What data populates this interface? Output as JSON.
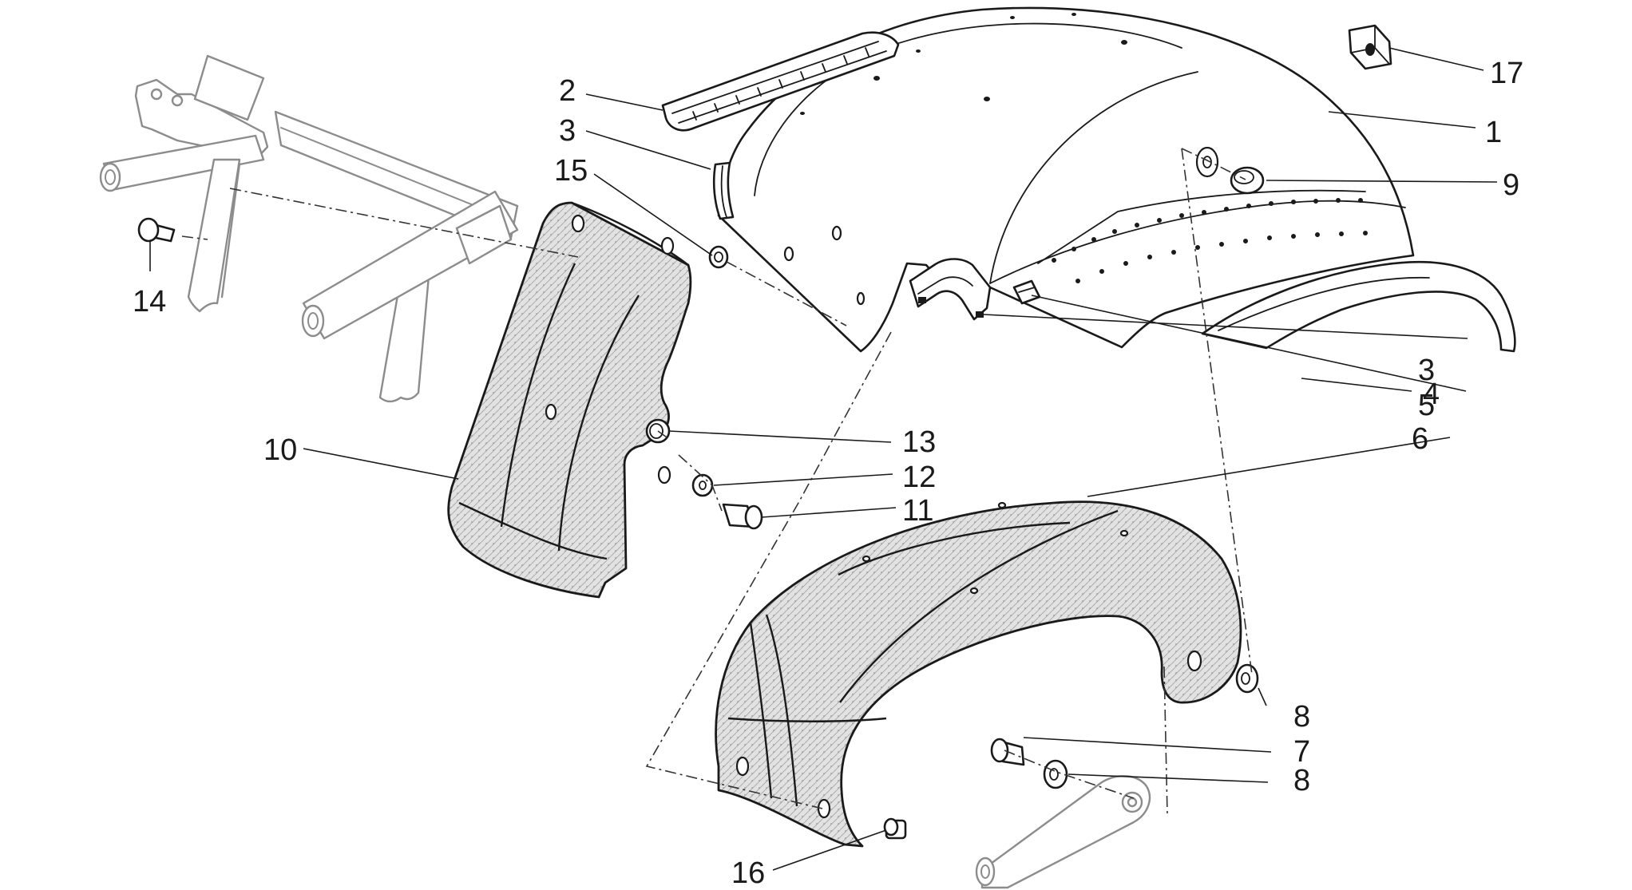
{
  "callouts": [
    {
      "key": "c1",
      "label": "1",
      "part": "rear-fender"
    },
    {
      "key": "c2",
      "label": "2",
      "part": "rear-grab-rail-bracket"
    },
    {
      "key": "c3a",
      "label": "3",
      "part": "edge-clip"
    },
    {
      "key": "c3b",
      "label": "3",
      "part": "edge-clip"
    },
    {
      "key": "c4",
      "label": "4",
      "part": "fender-trim-strip"
    },
    {
      "key": "c5",
      "label": "5",
      "part": "clip-nut"
    },
    {
      "key": "c6",
      "label": "6",
      "part": "inner-rear-mudguard"
    },
    {
      "key": "c7",
      "label": "7",
      "part": "screw"
    },
    {
      "key": "c8a",
      "label": "8",
      "part": "washer"
    },
    {
      "key": "c8b",
      "label": "8",
      "part": "washer"
    },
    {
      "key": "c9",
      "label": "9",
      "part": "rubber-grommet"
    },
    {
      "key": "c10",
      "label": "10",
      "part": "splash-guard"
    },
    {
      "key": "c11",
      "label": "11",
      "part": "screw"
    },
    {
      "key": "c12",
      "label": "12",
      "part": "washer"
    },
    {
      "key": "c13",
      "label": "13",
      "part": "spacer-bush"
    },
    {
      "key": "c14",
      "label": "14",
      "part": "bolt"
    },
    {
      "key": "c15",
      "label": "15",
      "part": "grommet"
    },
    {
      "key": "c16",
      "label": "16",
      "part": "nut"
    },
    {
      "key": "c17",
      "label": "17",
      "part": "cage-nut"
    }
  ]
}
